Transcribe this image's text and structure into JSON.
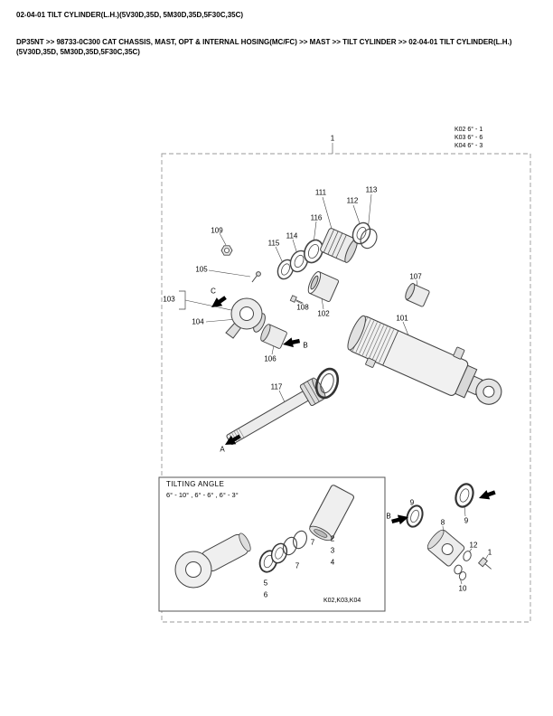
{
  "header": {
    "title": "02-04-01 TILT CYLINDER(L.H.)(5V30D,35D, 5M30D,35D,5F30C,35C)",
    "breadcrumb": "DP35NT >> 98733-0C300 CAT CHASSIS, MAST, OPT & INTERNAL HOSING(MC/FC) >> MAST >> TILT CYLINDER >> 02-04-01 TILT CYLINDER(L.H.)(5V30D,35D, 5M30D,35D,5F30C,35C)"
  },
  "diagram": {
    "assembly_label": "1",
    "corner_codes": [
      "K02 6° - 1",
      "K03 6° - 6",
      "K04 6° - 3"
    ],
    "labels": {
      "p101": "101",
      "p102": "102",
      "p103": "103",
      "p104": "104",
      "p105": "105",
      "p106": "106",
      "p107": "107",
      "p108": "108",
      "p109": "109",
      "p111": "111",
      "p112": "112",
      "p113": "113",
      "p114": "114",
      "p115": "115",
      "p116": "116",
      "p117": "117",
      "arrow_a": "A",
      "arrow_b": "B",
      "arrow_c": "C"
    },
    "right_group": {
      "r9a": "9",
      "r9b": "9",
      "r8": "8",
      "r12": "12",
      "r1": "1",
      "r10": "10",
      "arrow_b": "B"
    },
    "inset": {
      "title": "TILTING ANGLE",
      "angles": "6° - 10° ,  6° - 6° , 6° - 3°",
      "labels": {
        "l2": "2",
        "l3": "3",
        "l4": "4",
        "l5": "5",
        "l6": "6",
        "l7a": "7",
        "l7b": "7"
      },
      "code": "K02,K03,K04"
    }
  }
}
